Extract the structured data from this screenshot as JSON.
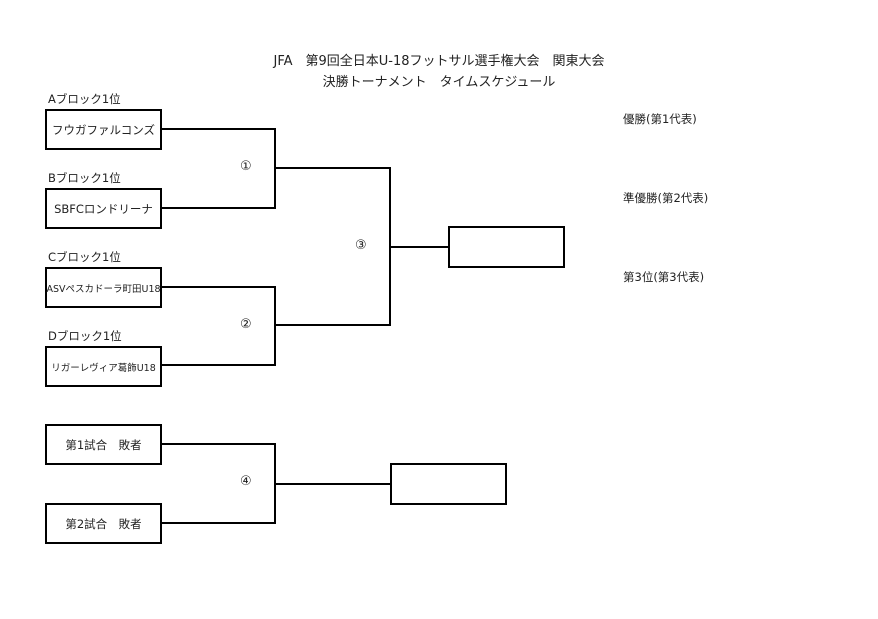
{
  "header": {
    "title": "JFA　第9回全日本U-18フットサル選手権大会　関東大会",
    "subtitle": "決勝トーナメント　タイムスケジュール"
  },
  "teams": [
    {
      "block": "Aブロック1位",
      "name": "フウガファルコンズ"
    },
    {
      "block": "Bブロック1位",
      "name": "SBFCロンドリーナ"
    },
    {
      "block": "Cブロック1位",
      "name": "ASVペスカドーラ町田U18"
    },
    {
      "block": "Dブロック1位",
      "name": "リガーレヴィア葛飾U18"
    }
  ],
  "third_place": {
    "loser1": "第1試合　敗者",
    "loser2": "第2試合　敗者"
  },
  "matches": {
    "m1": "①",
    "m2": "②",
    "m3": "③",
    "m4": "④"
  },
  "results": {
    "winner": "優勝(第1代表)",
    "runner_up": "準優勝(第2代表)",
    "third": "第3位(第3代表)"
  }
}
